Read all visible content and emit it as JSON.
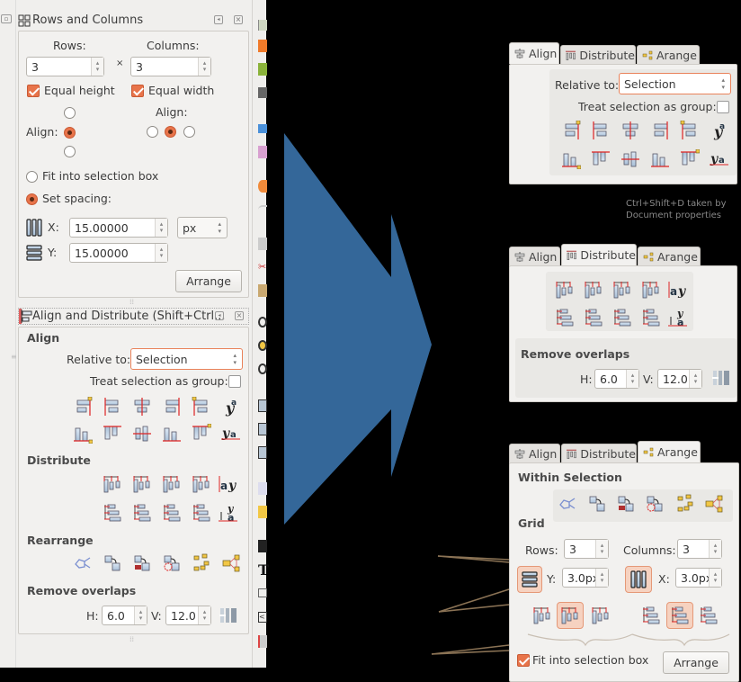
{
  "rows_columns_panel": {
    "title": "Rows and Columns",
    "rows_label": "Rows:",
    "columns_label": "Columns:",
    "rows_value": "3",
    "columns_value": "3",
    "times_sign": "×",
    "equal_height": "Equal height",
    "equal_width": "Equal width",
    "align_label_rows": "Align:",
    "align_label_cols": "Align:",
    "fit_into_selection": "Fit into selection box",
    "set_spacing": "Set spacing:",
    "x_label": "X:",
    "y_label": "Y:",
    "x_value": "15.00000",
    "y_value": "15.00000",
    "unit": "px",
    "arrange_button": "Arrange"
  },
  "align_distribute_panel": {
    "title": "Align and Distribute (Shift+Ctrl...",
    "align_heading": "Align",
    "relative_to_label": "Relative to:",
    "relative_to_value": "Selection",
    "treat_as_group": "Treat selection as group:",
    "distribute_heading": "Distribute",
    "rearrange_heading": "Rearrange",
    "remove_overlaps_heading": "Remove overlaps",
    "h_label": "H:",
    "h_value": "6.0",
    "v_label": "V:",
    "v_value": "12.0"
  },
  "mockup": {
    "tabs": [
      "Align",
      "Distribute",
      "Arange"
    ],
    "align_tab": {
      "relative_to_label": "Relative to:",
      "relative_to_value": "Selection",
      "treat_as_group": "Treat selection as group:"
    },
    "note": [
      "Ctrl+Shift+D taken by",
      "Document properties"
    ],
    "distribute_tab": {
      "remove_overlaps": "Remove overlaps",
      "h_label": "H:",
      "h_value": "6.0",
      "v_label": "V:",
      "v_value": "12.0"
    },
    "arrange_tab": {
      "within_selection": "Within Selection",
      "grid": "Grid",
      "rows_label": "Rows:",
      "rows_value": "3",
      "columns_label": "Columns:",
      "columns_value": "3",
      "y_label": "Y:",
      "y_value": "3.0px",
      "x_label": "X:",
      "x_value": "3.0px",
      "fit_into_selection": "Fit into selection box",
      "arrange_button": "Arrange"
    }
  },
  "colors": {
    "arrow": "#346799",
    "accent": "#e8744a",
    "connector": "#8b7355",
    "panel_bg": "#f2f1ef"
  }
}
